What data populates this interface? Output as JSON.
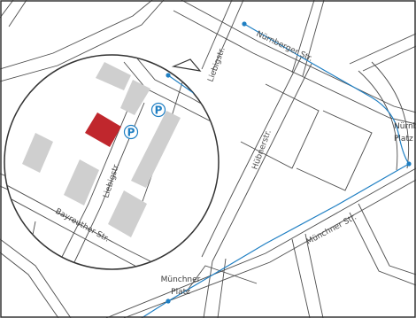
{
  "colors": {
    "background": "#ffffff",
    "road_edge": "#4d4d4d",
    "building": "#cfcfcf",
    "highlight_building": "#c0272d",
    "tram_line": "#1f7fc3",
    "frame": "#333333"
  },
  "streets": {
    "nuernberger_str": "Nürnberger Str.",
    "muenchner_str": "Münchner Str.",
    "huebnerstr": "Hübnerstr.",
    "liebigstr_upper": "Liebigstr.",
    "liebigstr_inset": "Liebigstr.",
    "bayreuther_str": "Bayreuther Str."
  },
  "places": {
    "muenchner_platz": [
      "Münchner",
      "Platz"
    ],
    "nuernberger_platz": [
      "Nürnb",
      "Platz"
    ]
  },
  "parking": {
    "symbol": "P"
  },
  "icons": {
    "parking": "parking-icon",
    "tram_stop": "tram-stop-icon",
    "destination": "destination-building"
  }
}
